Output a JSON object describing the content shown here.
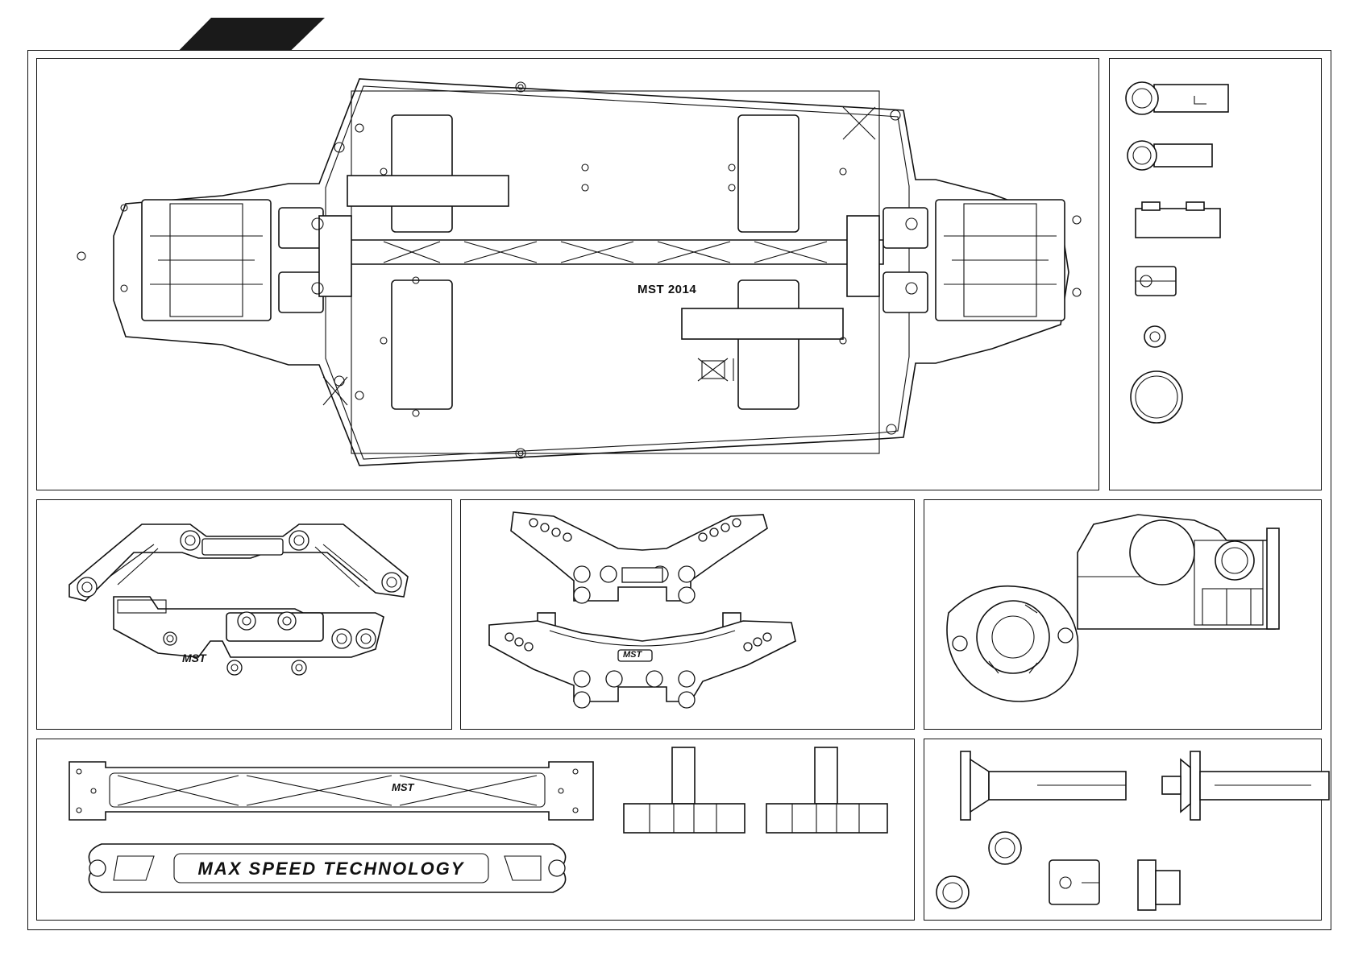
{
  "page": {
    "title": "MST parts sheet"
  },
  "chassis": {
    "marking": "MST 2014"
  },
  "bumper_logo": "MST",
  "shock_tower_logo": "MST",
  "brace_logo": "MST",
  "upper_deck_text": "max speed technology",
  "colors": {
    "line": "#111111",
    "fill": "#ffffff",
    "tab": "#1a1a1a"
  }
}
